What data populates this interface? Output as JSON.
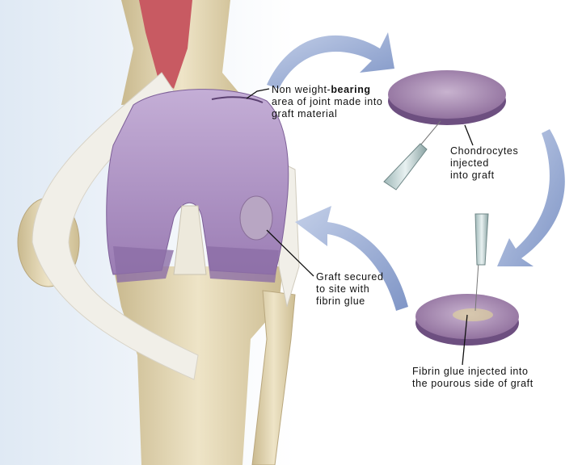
{
  "labels": {
    "donor_site": {
      "line1_prefix": "Non weight-",
      "line1_bold": "bearing",
      "line2": "area of joint made into",
      "line3": "graft material"
    },
    "chondrocytes": {
      "line1": "Chondrocytes",
      "line2": "injected",
      "line3": "into graft"
    },
    "graft_secured": {
      "line1": "Graft secured",
      "line2": "to site with",
      "line3": "fibrin glue"
    },
    "fibrin_glue": {
      "line1": "Fibrin glue injected into",
      "line2": "the pourous side of graft"
    }
  },
  "colors": {
    "cartilage": "#a98bc0",
    "bone": "#e2d6b4",
    "arrow": "#8ea3cf",
    "muscle": "#c85a62",
    "graft": "#9a7ba6"
  }
}
